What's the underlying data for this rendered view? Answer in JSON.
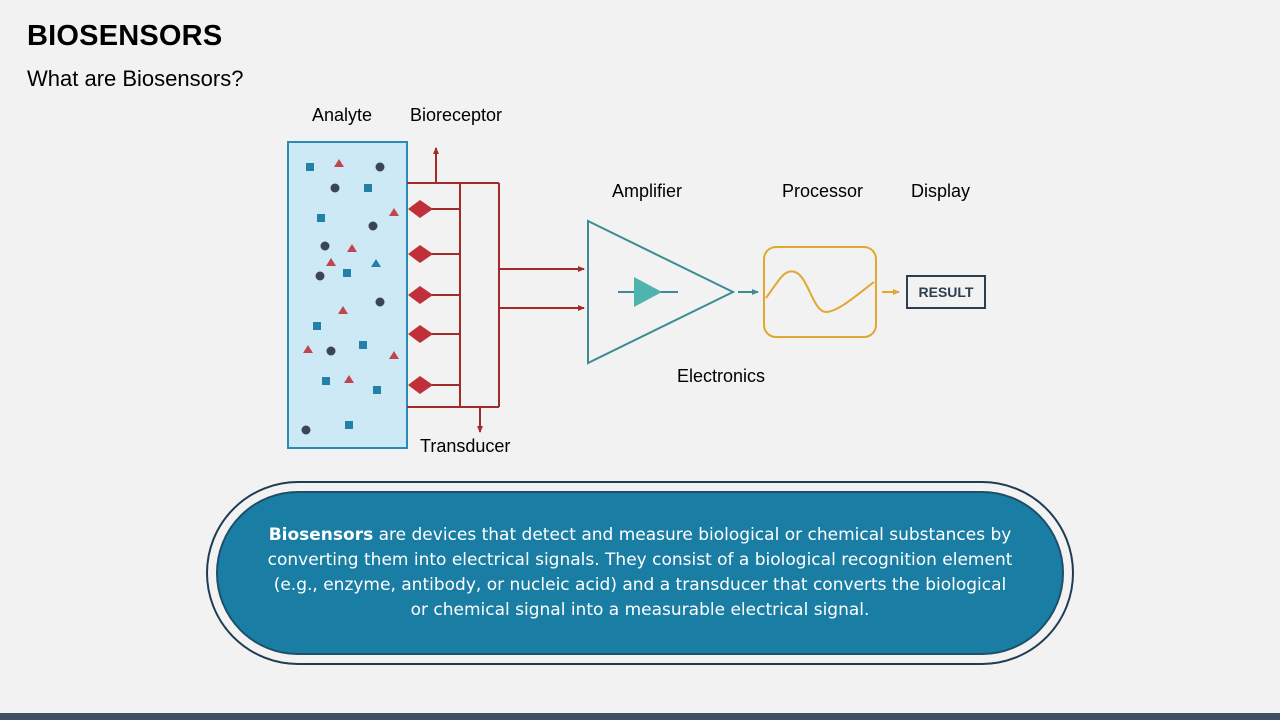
{
  "slide": {
    "title": "BIOSENSORS",
    "subtitle": "What are Biosensors?"
  },
  "diagram": {
    "labels": {
      "analyte": "Analyte",
      "bioreceptor": "Bioreceptor",
      "amplifier": "Amplifier",
      "processor": "Processor",
      "display": "Display",
      "electronics": "Electronics",
      "transducer": "Transducer",
      "result": "RESULT"
    },
    "colors": {
      "analyte_fill": "#cde9f6",
      "analyte_border": "#2a8bb5",
      "square": "#2580a9",
      "triangle_red": "#c0464e",
      "triangle_blue": "#2580a9",
      "circle": "#3b4654",
      "receptor": "#c0303b",
      "wire": "#a32a2a",
      "amplifier": "#3d8b95",
      "amplifier_inner": "#4fb3b0",
      "processor": "#e0a82e",
      "result_border": "#2c3e50"
    }
  },
  "description": {
    "bold_term": "Biosensors",
    "text": " are devices that detect and measure biological or chemical substances by converting them into electrical signals. They consist of a biological recognition element (e.g., enzyme, antibody, or nucleic acid) and a transducer that converts the biological or chemical signal into a measurable electrical signal."
  },
  "theme": {
    "pill_fill": "#1a7ea4",
    "pill_border": "#1f3c52",
    "bottom_bar": "#3e5064"
  }
}
